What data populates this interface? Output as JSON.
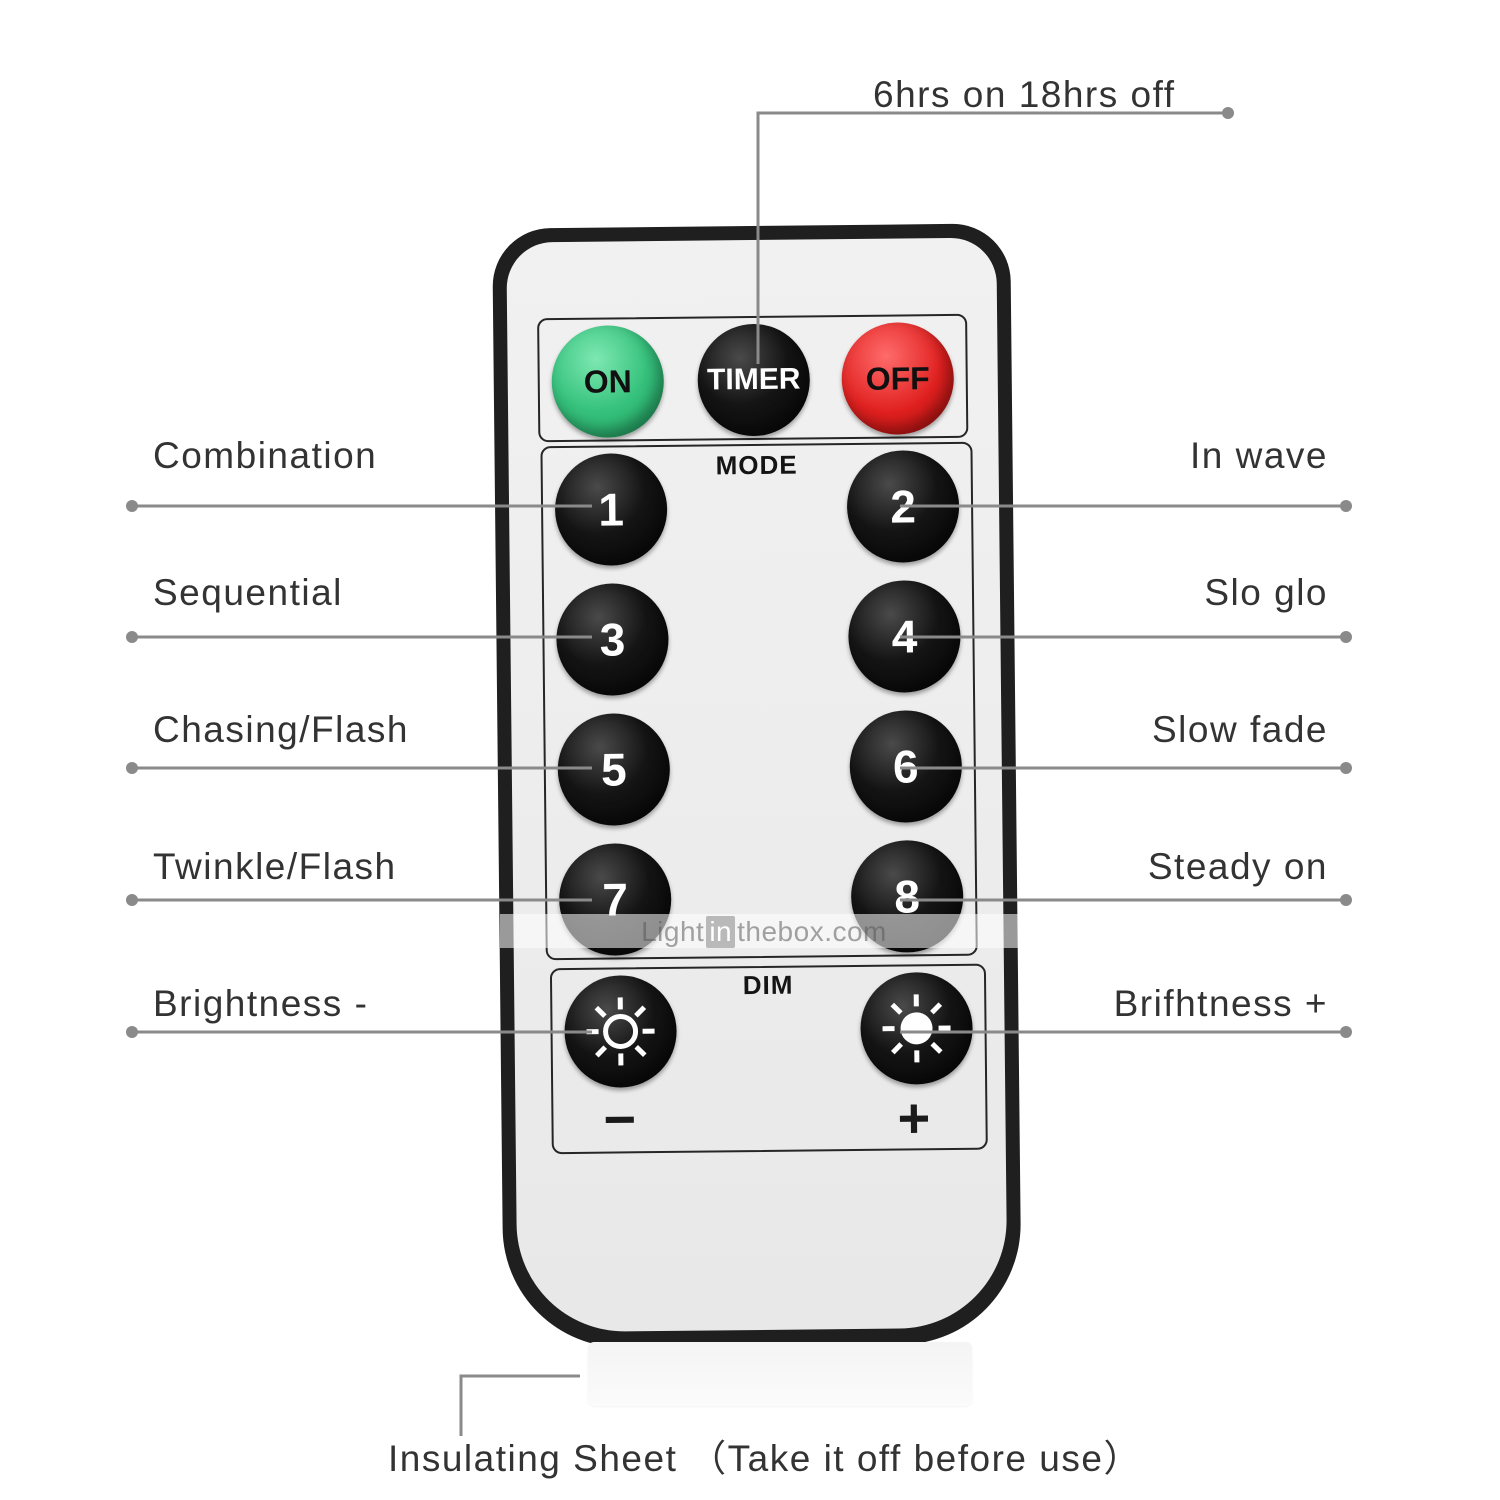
{
  "remote": {
    "top_buttons": [
      {
        "id": "on",
        "label": "ON"
      },
      {
        "id": "timer",
        "label": "TIMER"
      },
      {
        "id": "off",
        "label": "OFF"
      }
    ],
    "mode_title": "MODE",
    "mode_buttons": [
      "1",
      "2",
      "3",
      "4",
      "5",
      "6",
      "7",
      "8"
    ],
    "dim_title": "DIM",
    "dim_minus": "−",
    "dim_plus": "+"
  },
  "callouts": {
    "timer": "6hrs on 18hrs off",
    "mode_1": "Combination",
    "mode_2": "In wave",
    "mode_3": "Sequential",
    "mode_4": "Slo glo",
    "mode_5": "Chasing/Flash",
    "mode_6": "Slow fade",
    "mode_7": "Twinkle/Flash",
    "mode_8": "Steady on",
    "dim_minus": "Brightness -",
    "dim_plus": "Brifhtness +",
    "insulating_sheet": "Insulating Sheet （Take it off before use）"
  },
  "watermark": {
    "part1": "Light",
    "part2": "in",
    "part3": "thebox.com"
  },
  "colors": {
    "on_button": "#36c27d",
    "off_button": "#e0201f",
    "buttons": "#0b0b0b",
    "leader_lines": "#8a8a8a",
    "label_text": "#333333"
  }
}
